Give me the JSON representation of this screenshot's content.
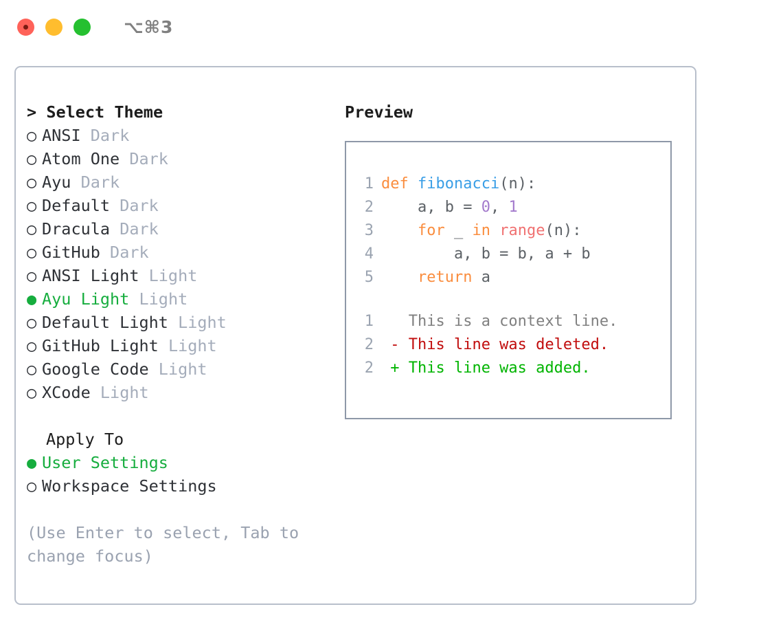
{
  "titlebar": {
    "title": "⌥⌘3",
    "buttons": [
      {
        "name": "close",
        "color": "#ff6259"
      },
      {
        "name": "minimize",
        "color": "#ffbd2e"
      },
      {
        "name": "maximize",
        "color": "#25c030"
      }
    ]
  },
  "theme_picker": {
    "header": "Select Theme",
    "caret": ">",
    "bullet_unselected": "○",
    "bullet_selected": "●",
    "accent_color": "#16ad3e",
    "tag_color": "#a4acba",
    "items": [
      {
        "name": "ANSI",
        "tag": "Dark",
        "selected": false
      },
      {
        "name": "Atom One",
        "tag": "Dark",
        "selected": false
      },
      {
        "name": "Ayu",
        "tag": "Dark",
        "selected": false
      },
      {
        "name": "Default",
        "tag": "Dark",
        "selected": false
      },
      {
        "name": "Dracula",
        "tag": "Dark",
        "selected": false
      },
      {
        "name": "GitHub",
        "tag": "Dark",
        "selected": false
      },
      {
        "name": "ANSI Light",
        "tag": "Light",
        "selected": false
      },
      {
        "name": "Ayu Light",
        "tag": "Light",
        "selected": true
      },
      {
        "name": "Default Light",
        "tag": "Light",
        "selected": false
      },
      {
        "name": "GitHub Light",
        "tag": "Light",
        "selected": false
      },
      {
        "name": "Google Code",
        "tag": "Light",
        "selected": false
      },
      {
        "name": "XCode",
        "tag": "Light",
        "selected": false
      }
    ]
  },
  "apply_to": {
    "title": "Apply To",
    "options": [
      {
        "label": "User Settings",
        "selected": true
      },
      {
        "label": "Workspace Settings",
        "selected": false
      }
    ]
  },
  "hint": "(Use Enter to select, Tab to change focus)",
  "preview": {
    "label": "Preview",
    "code_lines": [
      {
        "num": "1",
        "tokens": [
          {
            "t": "def",
            "k": "kw"
          },
          {
            "t": " ",
            "k": "txt"
          },
          {
            "t": "fibonacci",
            "k": "fn"
          },
          {
            "t": "(n):",
            "k": "txt"
          }
        ]
      },
      {
        "num": "2",
        "tokens": [
          {
            "t": "    a, b = ",
            "k": "txt"
          },
          {
            "t": "0",
            "k": "num"
          },
          {
            "t": ", ",
            "k": "txt"
          },
          {
            "t": "1",
            "k": "num"
          }
        ]
      },
      {
        "num": "3",
        "tokens": [
          {
            "t": "    ",
            "k": "txt"
          },
          {
            "t": "for",
            "k": "kw"
          },
          {
            "t": " _ ",
            "k": "txt"
          },
          {
            "t": "in",
            "k": "kw"
          },
          {
            "t": " ",
            "k": "txt"
          },
          {
            "t": "range",
            "k": "call"
          },
          {
            "t": "(n):",
            "k": "txt"
          }
        ]
      },
      {
        "num": "4",
        "tokens": [
          {
            "t": "        a, b = b, a + b",
            "k": "txt"
          }
        ]
      },
      {
        "num": "5",
        "tokens": [
          {
            "t": "    ",
            "k": "txt"
          },
          {
            "t": "return",
            "k": "kw"
          },
          {
            "t": " a",
            "k": "txt"
          }
        ]
      }
    ],
    "diff_lines": [
      {
        "num": "1",
        "marker": " ",
        "text": " This is a context line.",
        "kind": "ctx"
      },
      {
        "num": "2",
        "marker": "-",
        "text": " This line was deleted.",
        "kind": "del"
      },
      {
        "num": "2",
        "marker": "+",
        "text": " This line was added.",
        "kind": "add"
      }
    ],
    "colors": {
      "keyword": "#fa8d3e",
      "function": "#399ee6",
      "number": "#a37acc",
      "call": "#f07171",
      "text": "#5c6166",
      "line_number": "#9aa3b0",
      "diff_context": "#808080",
      "diff_deleted": "#c10d0d",
      "diff_added": "#00b400",
      "box_border": "#8e98a8"
    }
  }
}
